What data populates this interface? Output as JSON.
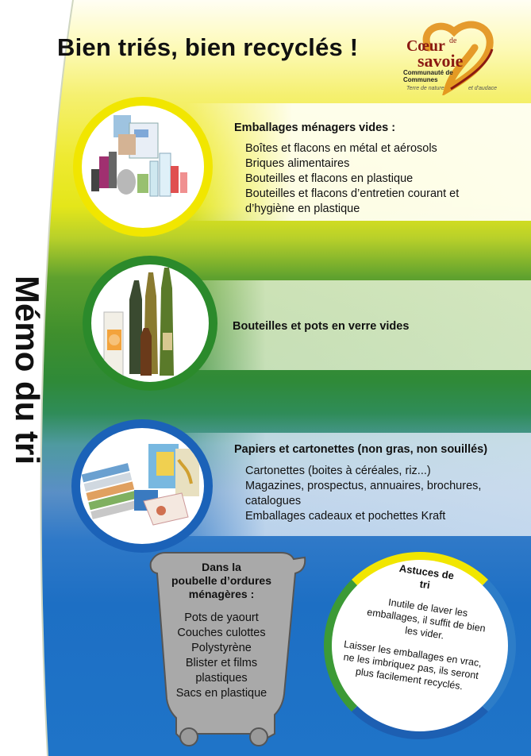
{
  "header": {
    "title": "Bien triés, bien recyclés !",
    "side_title": "Mémo du tri"
  },
  "logo": {
    "name_part1": "Cœur",
    "name_de": "de",
    "name_part2": "savoie",
    "line1": "Communauté de",
    "line2": "Communes",
    "tagline_left": "Terre de nature",
    "tagline_right": "et d'audace"
  },
  "sections": [
    {
      "heading": "Emballages ménagers vides :",
      "items": [
        "Boîtes et flacons en métal et aérosols",
        "Briques alimentaires",
        "Bouteilles et flacons en plastique",
        "Bouteilles et flacons d’entretien courant et",
        "d’hygiène en plastique"
      ]
    },
    {
      "heading": "Bouteilles et pots en verre vides",
      "items": []
    },
    {
      "heading": "Papiers et cartonettes (non gras, non souillés)",
      "items": [
        "Cartonettes (boites à céréales, riz...)",
        "Magazines, prospectus, annuaires, brochures,",
        "catalogues",
        "Emballages cadeaux et pochettes Kraft"
      ]
    }
  ],
  "bin": {
    "title_lines": [
      "Dans la",
      "poubelle d’ordures",
      "ménagères :"
    ],
    "items": [
      "Pots de yaourt",
      "Couches culottes",
      "Polystyrène",
      "Blister et films",
      "plastiques",
      "Sacs en plastique"
    ]
  },
  "tips": {
    "title_lines": [
      "Astuces de",
      "tri"
    ],
    "p1": "Inutile de laver les emballages, il suffit de bien les vider.",
    "p2": "Laisser les emballages en vrac, ne les imbriquez pas, ils seront plus facilement recyclés."
  },
  "colors": {
    "yellow": "#f1e600",
    "green": "#2b8a2b",
    "blue": "#1b62b8",
    "logo_red": "#8b1a12",
    "logo_orange": "#e08a10"
  }
}
